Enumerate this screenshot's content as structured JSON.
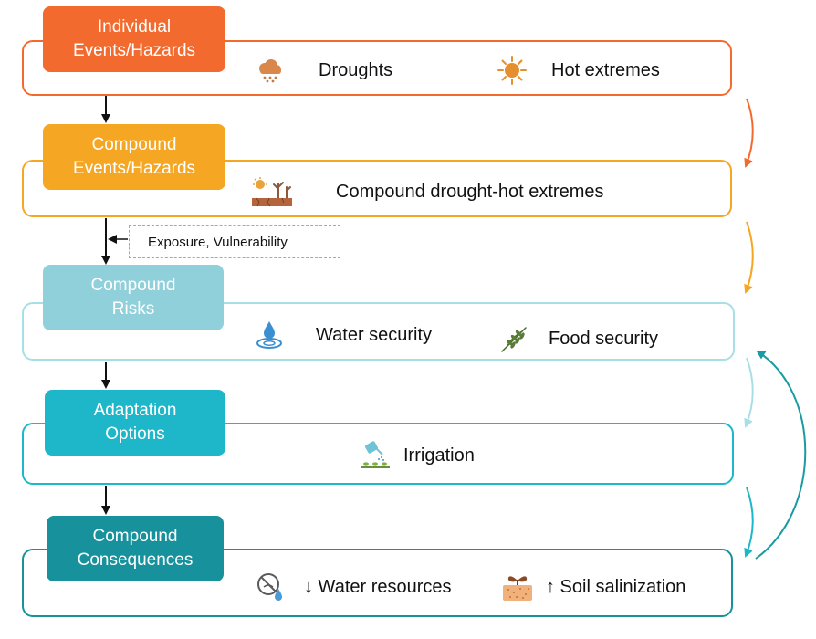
{
  "colors": {
    "individual": "#f26a2e",
    "compound_events": "#f5a623",
    "risks": "#8fd0db",
    "adaptation": "#1db7c9",
    "consequences": "#17919b",
    "risk_border": "#a8dfe7",
    "consequence_arrow": "#1a9aa3"
  },
  "stages": {
    "individual": {
      "title": [
        "Individual",
        "Events/Hazards"
      ],
      "items": [
        {
          "icon": "rain-cloud-icon",
          "label": "Droughts"
        },
        {
          "icon": "sun-icon",
          "label": "Hot extremes"
        }
      ]
    },
    "compound_events": {
      "title": [
        "Compound",
        "Events/Hazards"
      ],
      "items": [
        {
          "icon": "drought-heat-icon",
          "label": "Compound drought-hot extremes"
        }
      ]
    },
    "risks": {
      "title": [
        "Compound",
        "Risks"
      ],
      "items": [
        {
          "icon": "water-drop-icon",
          "label": "Water security"
        },
        {
          "icon": "wheat-icon",
          "label": "Food security"
        }
      ]
    },
    "adaptation": {
      "title": [
        "Adaptation",
        "Options"
      ],
      "items": [
        {
          "icon": "watering-can-icon",
          "label": "Irrigation"
        }
      ]
    },
    "consequences": {
      "title": [
        "Compound",
        "Consequences"
      ],
      "items": [
        {
          "icon": "dry-water-icon",
          "label": "↓ Water resources"
        },
        {
          "icon": "soil-salinization-icon",
          "label": "↑ Soil salinization"
        }
      ]
    }
  },
  "exposure_label": "Exposure, Vulnerability"
}
